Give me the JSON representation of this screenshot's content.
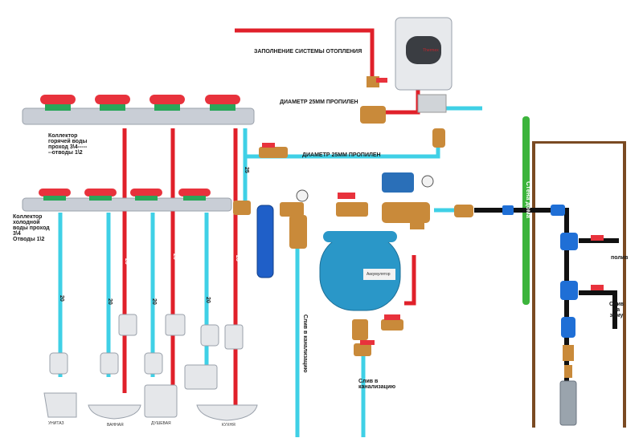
{
  "labels": {
    "heating_fill": "ЗАПОЛНЕНИЕ СИСТЕМЫ ОТОПЛЕНИЯ",
    "pipe_25_top": "ДИАМЕТР 25ММ ПРОПИЛЕН",
    "pipe_25_mid": "ДИАМЕТР 25ММ ПРОПИЛЕН",
    "hot_collector": "Коллектор\nгорячей воды\nпроход 3\\4-----\n--отводы 1\\2",
    "cold_collector": "Коллектор\nхолодной\nводы проход\n3\\4\nОтводы 1\\2",
    "house_wall": "Стена дома",
    "watering": "полив",
    "winter_drain": "Слив\nна\nзиму",
    "drain_sewer_left": "Слив в канализацию",
    "drain_sewer_right": "Слив в\nканализацию",
    "tank_text": "Аккумулятор",
    "diam_20": "20",
    "diam_25": "25",
    "toilet": "УНИТАЗ",
    "bath": "ВАННАЯ",
    "shower": "ДУШЕВАЯ",
    "kitchen": "КУХНЯ",
    "heater_brand": "Thermex"
  },
  "colors": {
    "hot_pipe": "#e0202a",
    "cold_pipe": "#3fd0e6",
    "tank": "#2a97c8",
    "wall_green": "#3cb43c",
    "well_brown": "#7a4a22",
    "black_pipe": "#111111",
    "blue_fitting": "#1f6fd6",
    "brass": "#c98a3a",
    "collector": "#c9ced6",
    "valve_handle": "#e8323c",
    "valve_top": "#2aa65a"
  }
}
